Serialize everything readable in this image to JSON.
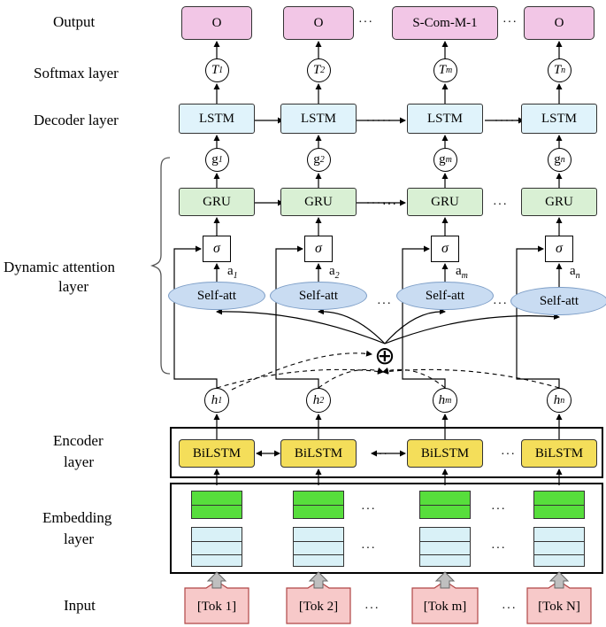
{
  "row_labels": {
    "output": "Output",
    "softmax": "Softmax layer",
    "decoder": "Decoder layer",
    "dynamic_attention_1": "Dynamic attention",
    "dynamic_attention_2": "layer",
    "encoder_1": "Encoder",
    "encoder_2": "layer",
    "embedding_1": "Embedding",
    "embedding_2": "layer",
    "input": "Input"
  },
  "columns": [
    {
      "output": "O",
      "softmax": "T",
      "softmax_sub": "1",
      "lstm": "LSTM",
      "g": "g",
      "g_sub": "1",
      "gru": "GRU",
      "sigma": "σ",
      "a": "a",
      "a_sub": "1",
      "self_att": "Self-att",
      "h": "h",
      "h_sub": "1",
      "encoder": "BiLSTM",
      "token": "[Tok 1]"
    },
    {
      "output": "O",
      "softmax": "T",
      "softmax_sub": "2",
      "lstm": "LSTM",
      "g": "g",
      "g_sub": "2",
      "gru": "GRU",
      "sigma": "σ",
      "a": "a",
      "a_sub": "2",
      "self_att": "Self-att",
      "h": "h",
      "h_sub": "2",
      "encoder": "BiLSTM",
      "token": "[Tok 2]"
    },
    {
      "output": "S-Com-M-1",
      "softmax": "T",
      "softmax_sub": "m",
      "lstm": "LSTM",
      "g": "g",
      "g_sub": "m",
      "gru": "GRU",
      "sigma": "σ",
      "a": "a",
      "a_sub": "m",
      "self_att": "Self-att",
      "h": "h",
      "h_sub": "m",
      "encoder": "BiLSTM",
      "token": "[Tok m]"
    },
    {
      "output": "O",
      "softmax": "T",
      "softmax_sub": "n",
      "lstm": "LSTM",
      "g": "g",
      "g_sub": "n",
      "gru": "GRU",
      "sigma": "σ",
      "a": "a",
      "a_sub": "n",
      "self_att": "Self-att",
      "h": "h",
      "h_sub": "n",
      "encoder": "BiLSTM",
      "token": "[Tok N]"
    }
  ],
  "ellipsis": "···",
  "aggregate_symbol": "⊕",
  "colors": {
    "output": "#f2c6e6",
    "lstm": "#e0f3fb",
    "gru": "#d9f0d4",
    "self_att": "#c9dcf2",
    "bilstm": "#f4de5a",
    "embedding_top": "#57de3c",
    "embedding_bottom": "#d9f1f7",
    "token": "#f7c9c9"
  }
}
